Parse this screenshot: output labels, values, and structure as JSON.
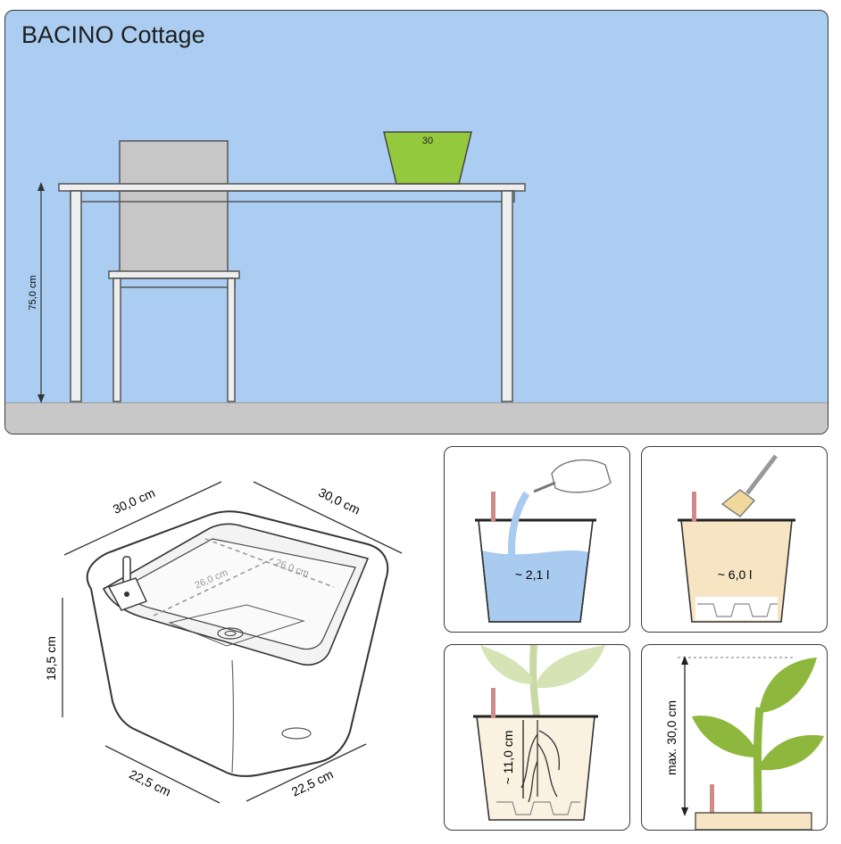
{
  "title": "BACINO Cottage",
  "scene": {
    "table_height_label": "75,0 cm",
    "pot_label": "30",
    "colors": {
      "wall": "#abcdf1",
      "floor": "#c8c8c8",
      "pot": "#94c93d",
      "chair": "#c7c7c7"
    }
  },
  "dimensions": {
    "top_left": "30,0 cm",
    "top_right": "30,0 cm",
    "inner_left": "26,0 cm",
    "inner_right": "26,0 cm",
    "height": "18,5 cm",
    "bottom_left": "22,5 cm",
    "bottom_right": "22,5 cm"
  },
  "info_panels": {
    "water_reservoir": {
      "label": "~ 2,1 l",
      "color": "#a9cbf0"
    },
    "soil_volume": {
      "label": "~ 6,0 l",
      "color": "#f6e4c3"
    },
    "root_depth": {
      "label": "~ 11,0 cm"
    },
    "max_plant_height": {
      "label": "max. 30,0 cm",
      "leaf_color": "#8db83d"
    }
  }
}
